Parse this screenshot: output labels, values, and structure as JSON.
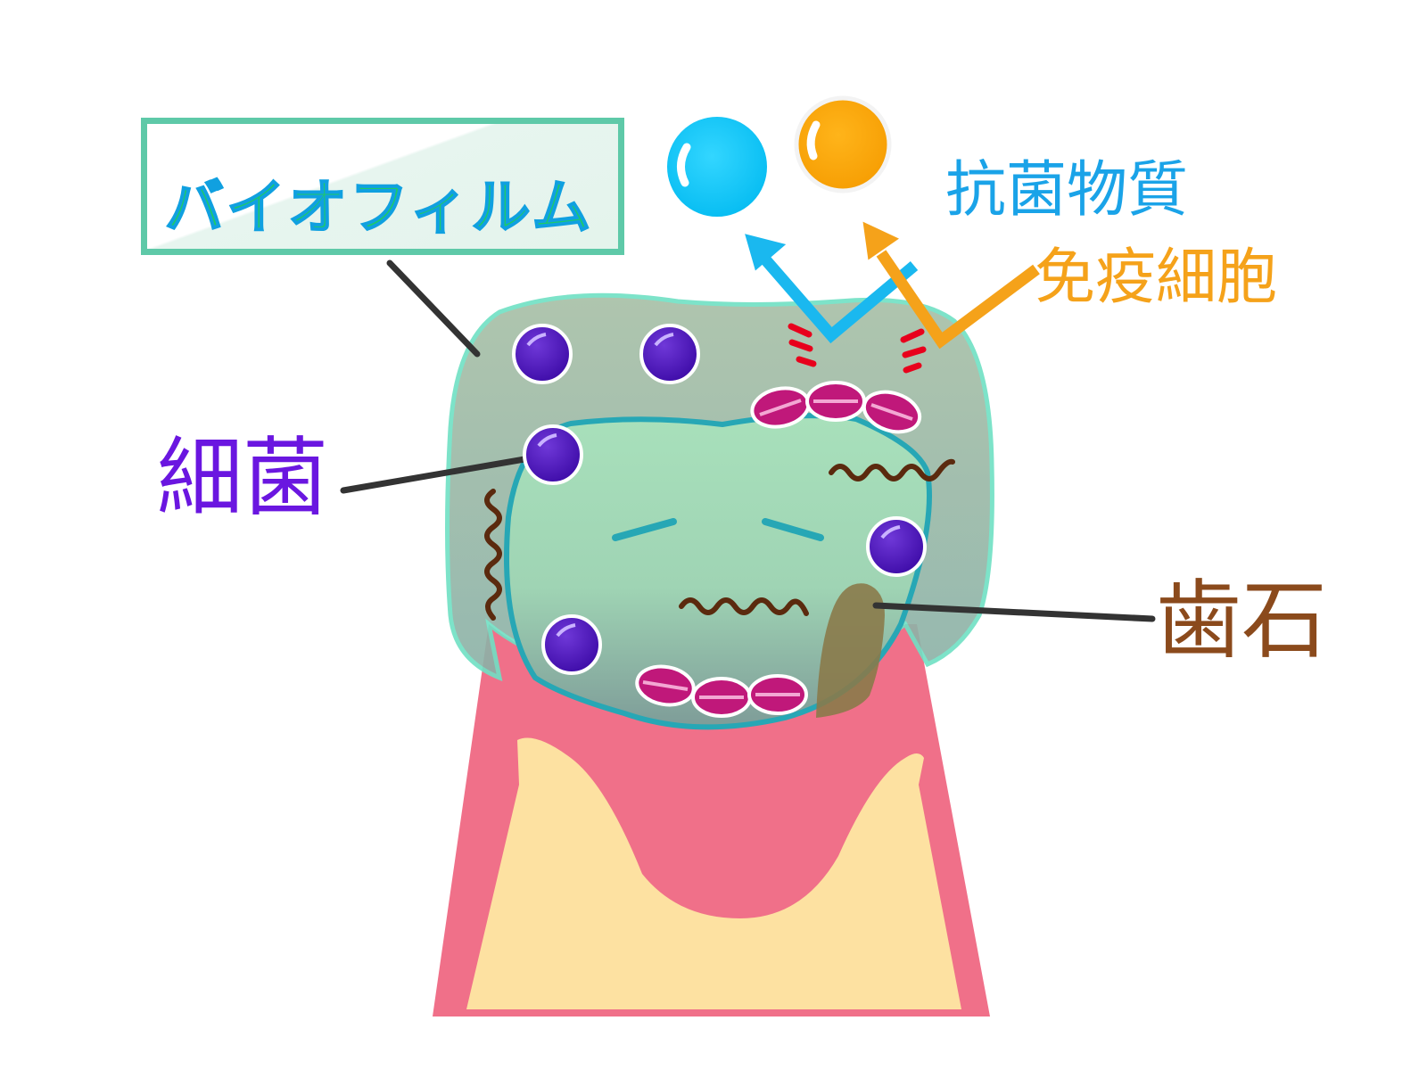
{
  "labels": {
    "biofilm": "バイオフィルム",
    "antibacterial": "抗菌物質",
    "immune_cells": "免疫細胞",
    "bacteria": "細菌",
    "calculus": "歯石"
  },
  "colors": {
    "biofilm_label": "#1ec96a",
    "biofilm_border": "#5ec9a8",
    "antibacterial": "#1aa3e8",
    "immune_cells": "#f5a21a",
    "bacteria": "#6a16e0",
    "calculus": "#8b4a1c",
    "gum": "#f07089",
    "bone": "#fde1a1",
    "tooth_outline": "#27a7b5",
    "chain_bacteria": "#c0187a",
    "warning_marks": "#e8001c"
  },
  "icons": [
    "antibacterial-sphere-icon",
    "immune-cell-sphere-icon",
    "deflect-arrow-icon",
    "round-bacterium-icon",
    "chain-bacterium-icon",
    "spiral-bacterium-icon"
  ]
}
